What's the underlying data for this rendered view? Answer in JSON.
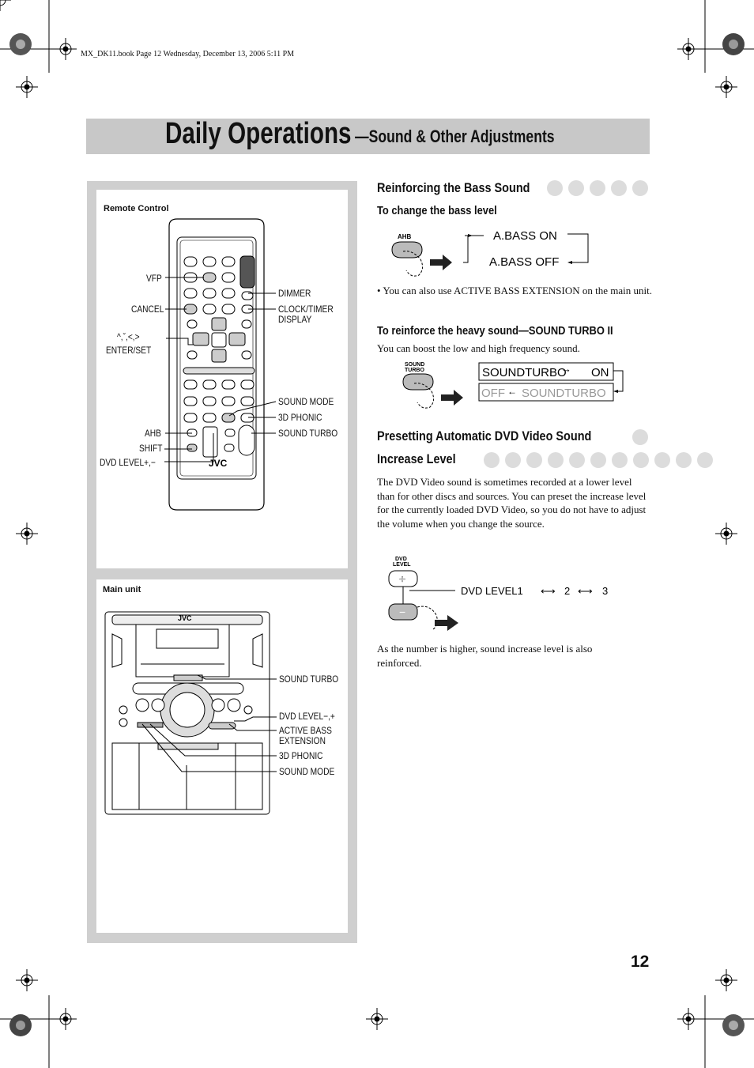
{
  "header": {
    "text": "MX_DK11.book  Page 12  Wednesday, December 13, 2006  5:11 PM"
  },
  "title": {
    "main": "Daily Operations",
    "sub": "—Sound & Other Adjustments"
  },
  "left_panel": {
    "remote": {
      "label": "Remote Control",
      "brand": "JVC",
      "callouts": {
        "vfp": "VFP",
        "cancel": "CANCEL",
        "arrows": "^,ˇ,<,>",
        "enter_set": "ENTER/SET",
        "ahb": "AHB",
        "shift": "SHIFT",
        "dvd_level": "DVD LEVEL+,−",
        "dimmer": "DIMMER",
        "clock_timer": "CLOCK/TIMER",
        "display": "DISPLAY",
        "sound_mode": "SOUND MODE",
        "phonic_3d": "3D PHONIC",
        "sound_turbo": "SOUND TURBO"
      }
    },
    "main_unit": {
      "label": "Main unit",
      "brand": "JVC",
      "callouts": {
        "sound_turbo": "SOUND TURBO",
        "dvd_level": "DVD LEVEL−,+",
        "active_bass_1": "ACTIVE BASS",
        "active_bass_2": "EXTENSION",
        "phonic_3d": "3D PHONIC",
        "sound_mode": "SOUND MODE"
      }
    }
  },
  "sections": {
    "bass": {
      "title": "Reinforcing the Bass Sound",
      "subtitle": "To change the bass level",
      "button_label": "AHB",
      "state_on": "A.BASS ON",
      "state_off": "A.BASS OFF",
      "note": "• You can also use ACTIVE BASS EXTENSION on the main unit."
    },
    "turbo": {
      "title": "To reinforce the heavy sound—SOUND TURBO II",
      "desc": "You can boost the low and high frequency sound.",
      "button_label_1": "SOUND",
      "button_label_2": "TURBO",
      "state_a_from": "SOUNDTURBO",
      "state_a_to": "ON",
      "state_b_from": "OFF",
      "state_b_to": "SOUNDTURBO"
    },
    "dvd": {
      "title_1": "Presetting Automatic DVD Video Sound",
      "title_2": "Increase Level",
      "body": "The DVD Video sound is sometimes recorded at a lower level than for other discs and sources. You can preset the increase level for the currently loaded DVD Video, so you do not have to adjust the volume when you change the source.",
      "button_label_1": "DVD",
      "button_label_2": "LEVEL",
      "plus": "+",
      "minus": "−",
      "levels_prefix": "DVD LEVEL1",
      "level_2": "2",
      "level_3": "3",
      "footer": "As the number is higher, sound increase level is also reinforced."
    }
  },
  "page_number": "12"
}
